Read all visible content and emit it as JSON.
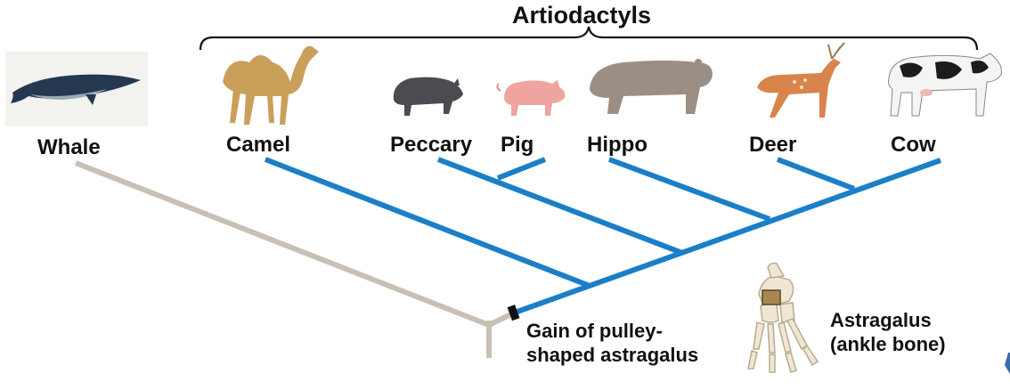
{
  "group_label": "Artiodactyls",
  "taxa": {
    "whale": "Whale",
    "camel": "Camel",
    "peccary": "Peccary",
    "pig": "Pig",
    "hippo": "Hippo",
    "deer": "Deer",
    "cow": "Cow"
  },
  "character_note": {
    "line1": "Gain of pulley-",
    "line2": "shaped astragalus"
  },
  "bone_note": {
    "line1": "Astragalus",
    "line2": "(ankle bone)"
  },
  "colors": {
    "artiodactyl_branch": "#1a7fc8",
    "outgroup_branch": "#c8c0b2",
    "character_mark": "#111111",
    "bone_highlight": "#a8874e"
  }
}
